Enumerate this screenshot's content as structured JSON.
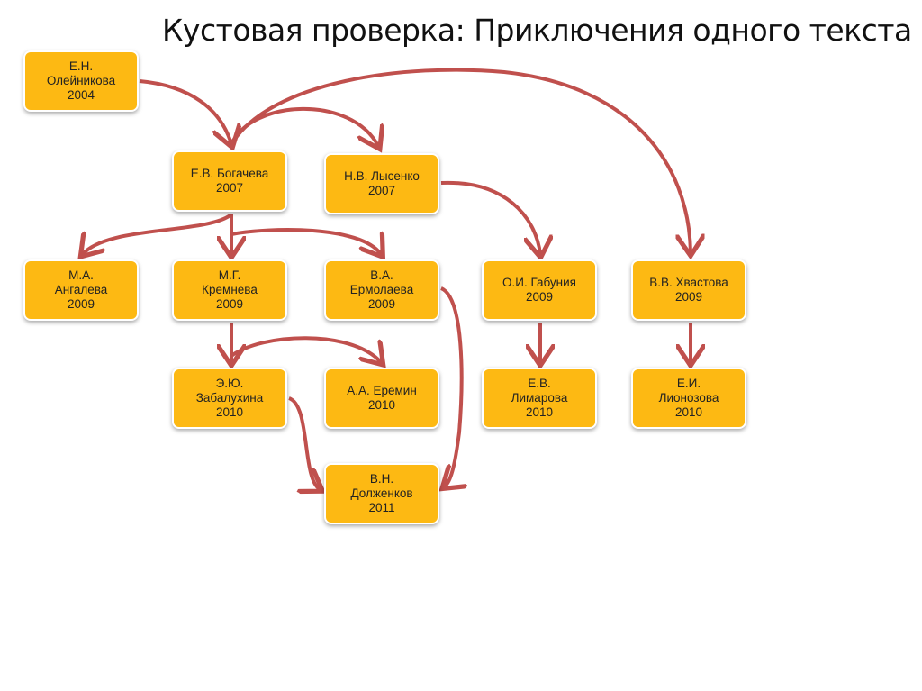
{
  "title": "Кустовая проверка: Приключения одного текста",
  "colors": {
    "node_fill": "#fdb913",
    "arrow": "#c0504d"
  },
  "nodes": [
    {
      "id": "oleynikova",
      "lines": [
        "Е.Н.",
        "Олейникова",
        "2004"
      ]
    },
    {
      "id": "bogacheva",
      "lines": [
        "Е.В. Богачева",
        "2007"
      ]
    },
    {
      "id": "lysenko",
      "lines": [
        "Н.В. Лысенко",
        "2007"
      ]
    },
    {
      "id": "angaleva",
      "lines": [
        "М.А.",
        "Ангалева",
        "2009"
      ]
    },
    {
      "id": "kremneva",
      "lines": [
        "М.Г.",
        "Кремнева",
        "2009"
      ]
    },
    {
      "id": "ermolaeva",
      "lines": [
        "В.А.",
        "Ермолаева",
        "2009"
      ]
    },
    {
      "id": "gabuniya",
      "lines": [
        "О.И. Габуния",
        "2009"
      ]
    },
    {
      "id": "khvastova",
      "lines": [
        "В.В. Хвастова",
        "2009"
      ]
    },
    {
      "id": "zabalukhina",
      "lines": [
        "Э.Ю.",
        "Забалухина",
        "2010"
      ]
    },
    {
      "id": "eremin",
      "lines": [
        "А.А. Еремин",
        "2010"
      ]
    },
    {
      "id": "limarova",
      "lines": [
        "Е.В.",
        "Лимарова",
        "2010"
      ]
    },
    {
      "id": "lionozova",
      "lines": [
        "Е.И.",
        "Лионозова",
        "2010"
      ]
    },
    {
      "id": "dolzhenkov",
      "lines": [
        "В.Н.",
        "Долженков",
        "2011"
      ]
    }
  ],
  "edges": [
    [
      "oleynikova",
      "bogacheva"
    ],
    [
      "bogacheva",
      "lysenko"
    ],
    [
      "bogacheva",
      "khvastova"
    ],
    [
      "bogacheva",
      "angaleva"
    ],
    [
      "bogacheva",
      "kremneva"
    ],
    [
      "bogacheva",
      "ermolaeva"
    ],
    [
      "lysenko",
      "gabuniya"
    ],
    [
      "kremneva",
      "zabalukhina"
    ],
    [
      "kremneva",
      "eremin"
    ],
    [
      "gabuniya",
      "limarova"
    ],
    [
      "khvastova",
      "lionozova"
    ],
    [
      "zabalukhina",
      "dolzhenkov"
    ],
    [
      "ermolaeva",
      "dolzhenkov"
    ]
  ]
}
